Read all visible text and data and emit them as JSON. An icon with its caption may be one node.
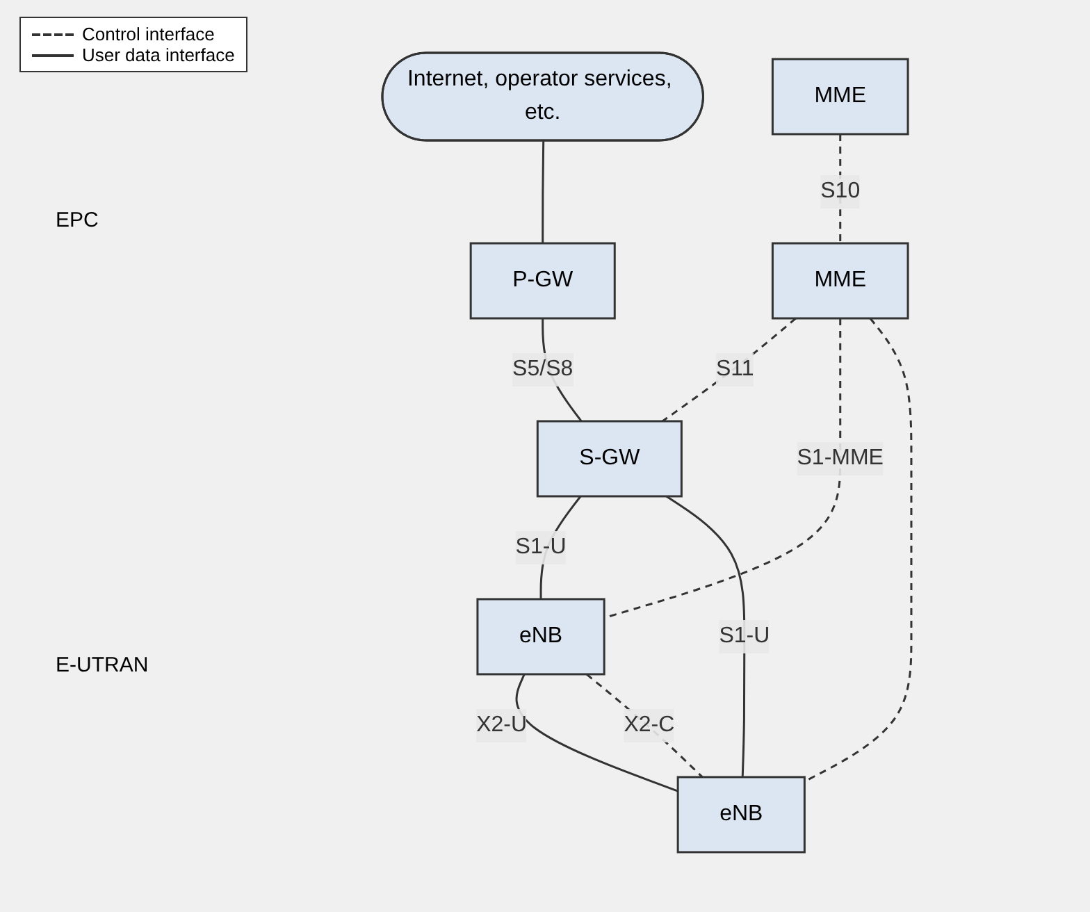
{
  "diagram": {
    "nodes": [
      {
        "text": [
          "Internet, operator services, etc."
        ]
      },
      {
        "text": [
          "P-GW"
        ]
      },
      {
        "text": [
          "MME"
        ]
      },
      {
        "text": [
          "MME"
        ]
      },
      {
        "text": [
          "S-GW"
        ]
      },
      {
        "text": [
          "eNB"
        ]
      },
      {
        "text": [
          "eNB"
        ]
      }
    ],
    "edges": [
      {
        "from": 0,
        "to": 1,
        "arrow": "none"
      },
      {
        "from": 1,
        "to": 4,
        "arrow": "none",
        "label": "S5/S8"
      },
      {
        "from": 2,
        "to": 3,
        "arrow": "none",
        "label": "S10",
        "style": "dashed"
      },
      {
        "from": 3,
        "to": 4,
        "arrow": "none",
        "label": "S11",
        "style": "dashed"
      },
      {
        "from": 3,
        "to": 5,
        "arrow": "none",
        "label": "S1-MME",
        "style": "dashed"
      },
      {
        "from": 3,
        "to": 6,
        "arrow": "none",
        "style": "dashed"
      },
      {
        "from": 4,
        "to": 5,
        "arrow": "none",
        "label": "S1-U"
      },
      {
        "from": 4,
        "to": 6,
        "arrow": "none",
        "label": "S1-U"
      },
      {
        "from": 5,
        "to": 6,
        "arrow": "none",
        "label": "X2-U"
      },
      {
        "from": 5,
        "to": 6,
        "arrow": "none",
        "label": "X2-C",
        "style": "dashed"
      }
    ],
    "labels": [
      "EPC",
      "E-UTRAN"
    ],
    "legend": [
      {
        "text": "Control interface"
      },
      {
        "text": "User data interface"
      }
    ]
  }
}
